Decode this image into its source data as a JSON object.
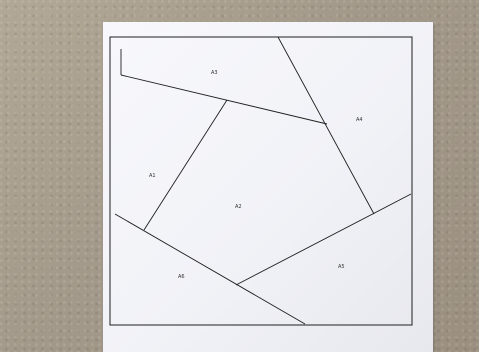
{
  "scene": {
    "background_color": "#a89d8b",
    "paper_color": "#f5f6fa",
    "line_color": "#1f1f1f"
  },
  "labels": {
    "a1": "A1",
    "a2": "A2",
    "a3": "A3",
    "a4": "A4",
    "a5": "A5",
    "a6": "A6"
  }
}
